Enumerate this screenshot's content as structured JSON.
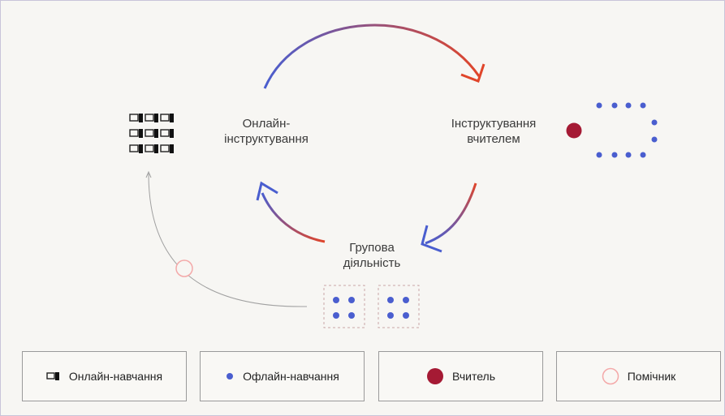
{
  "stages": {
    "online": "Онлайн-\nінструктування",
    "teacher": "Інструктування\nвчителем",
    "group": "Групова\nдіяльність"
  },
  "legend": [
    {
      "label": "Онлайн-навчання",
      "icon": "laptop-icon"
    },
    {
      "label": "Офлайн-навчання",
      "icon": "blue-dot-icon"
    },
    {
      "label": "Вчитель",
      "icon": "teacher-dot-icon"
    },
    {
      "label": "Помічник",
      "icon": "assistant-circle-icon"
    }
  ],
  "colors": {
    "blue": "#4a5ecf",
    "red": "#e0452a",
    "teacher": "#a51a34",
    "assistant": "#f4a9a9",
    "grey": "#9a9a9a"
  }
}
